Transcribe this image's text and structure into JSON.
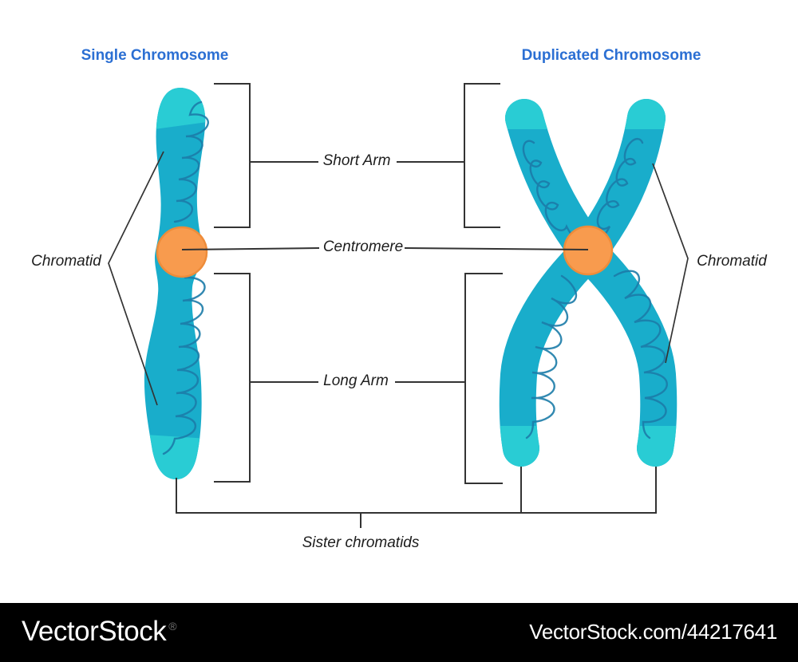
{
  "titles": {
    "single": "Single Chromosome",
    "duplicated": "Duplicated Chromosome"
  },
  "labels": {
    "short_arm": "Short Arm",
    "centromere": "Centromere",
    "long_arm": "Long Arm",
    "chromatid_left": "Chromatid",
    "chromatid_right": "Chromatid",
    "sister_chromatids": "Sister chromatids"
  },
  "watermark": {
    "brand": "VectorStock",
    "registered": "®",
    "site_ref": "VectorStock.com/44217641"
  },
  "colors": {
    "title_blue": "#2b6fd3",
    "chromosome_body": "#19adcb",
    "chromosome_tip": "#29ccd4",
    "coil": "#1c7ca9",
    "centromere": "#f89b4e",
    "centromere_edge": "#ee8c3a",
    "line": "#333333",
    "label_text": "#1d1d1d",
    "bar_bg": "#000000",
    "bar_text": "#ffffff",
    "registered_gray": "#777777"
  }
}
